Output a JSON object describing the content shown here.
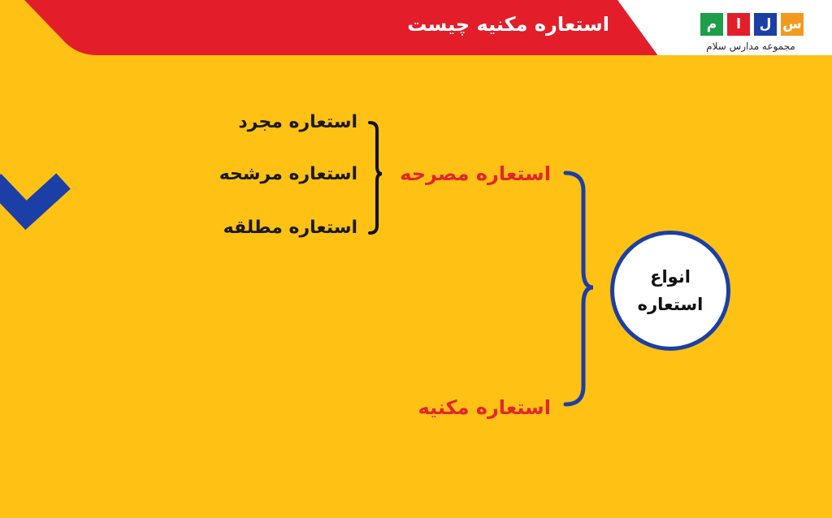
{
  "header": {
    "title": "استعاره مکنیه چیست",
    "banner_color": "#E31E2A"
  },
  "logo": {
    "tiles": [
      "س",
      "ل",
      "ا",
      "م"
    ],
    "tagline": "مجموعه مدارس سلام"
  },
  "diagram": {
    "root": [
      "انواع",
      "استعاره"
    ],
    "types": [
      {
        "label": "استعاره مصرحه",
        "subtypes": [
          "استعاره مجرد",
          "استعاره مرشحه",
          "استعاره مطلقه"
        ]
      },
      {
        "label": "استعاره مکنیه",
        "subtypes": []
      }
    ]
  },
  "colors": {
    "background": "#FFC114",
    "accent_blue": "#1B3FA6",
    "accent_red": "#E3262E"
  }
}
